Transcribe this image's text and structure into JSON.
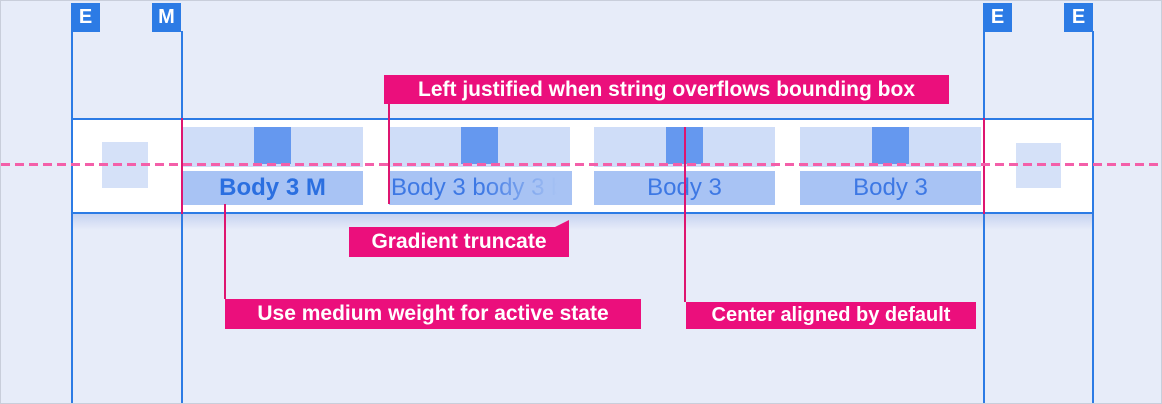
{
  "colors": {
    "bg": "#E7ECF9",
    "blue": "#2C7BE5",
    "bar-bg": "#FFFFFF",
    "strip": "#CFDDF8",
    "icon-blue": "#6598EF",
    "label-rect": "#A8C3F4",
    "placeholder": "#D5E1F8",
    "tab-text": "#3D78E4",
    "tab-text-active": "#2B6FE0",
    "magenta": "#EB0F7C",
    "crimson": "#DE1570",
    "dash": "#F45FA9"
  },
  "guides": {
    "badges": [
      {
        "label": "E"
      },
      {
        "label": "M"
      },
      {
        "label": "E"
      },
      {
        "label": "E"
      }
    ]
  },
  "tabbar": {
    "tabs": [
      {
        "label": "Body 3 M",
        "state": "active"
      },
      {
        "label": "Body 3 body 3 b",
        "state": "overflow-truncated"
      },
      {
        "label": "Body 3",
        "state": "default"
      },
      {
        "label": "Body 3",
        "state": "default"
      }
    ]
  },
  "annotations": {
    "left_justified": "Left justified when string overflows bounding box",
    "gradient_truncate": "Gradient truncate",
    "medium_weight": "Use medium weight for active state",
    "center_aligned": "Center aligned by default"
  }
}
